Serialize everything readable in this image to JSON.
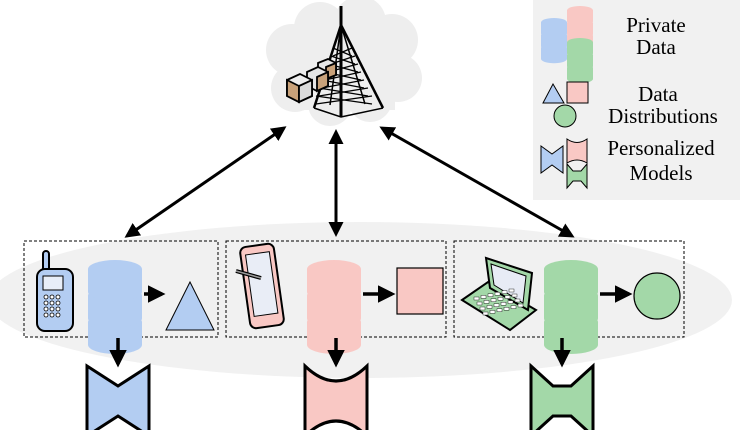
{
  "colors": {
    "blue": "#b3cdf2",
    "red": "#f9c8c4",
    "green": "#a3d8a8",
    "blue_db": "#b3cdf2",
    "red_db": "#f9c8c4",
    "green_db": "#a3d8a8",
    "ellipse_bg": "#f1f1f1",
    "legend_bg": "#f1f1f1",
    "cloud": "#eeeeee",
    "stroke": "#000000"
  },
  "legend": {
    "items": [
      {
        "name": "private-data",
        "line1": "Private",
        "line2": "Data"
      },
      {
        "name": "data-distributions",
        "line1": "Data",
        "line2": "Distributions"
      },
      {
        "name": "personalized-models",
        "line1": "Personalized",
        "line2": "Models"
      }
    ]
  },
  "server": {
    "icon": "cell-tower-icon",
    "packages_icon": "package-boxes-icon",
    "background": "cloud-icon"
  },
  "clients": [
    {
      "name": "client-phone",
      "device": "mobile-phone-icon",
      "color": "blue",
      "distribution": "triangle",
      "model": "bowtie-pointed"
    },
    {
      "name": "client-tablet",
      "device": "tablet-stylus-icon",
      "color": "red",
      "distribution": "square",
      "model": "concave-curved"
    },
    {
      "name": "client-laptop",
      "device": "laptop-icon",
      "color": "green",
      "distribution": "circle",
      "model": "bowtie-flat"
    }
  ]
}
